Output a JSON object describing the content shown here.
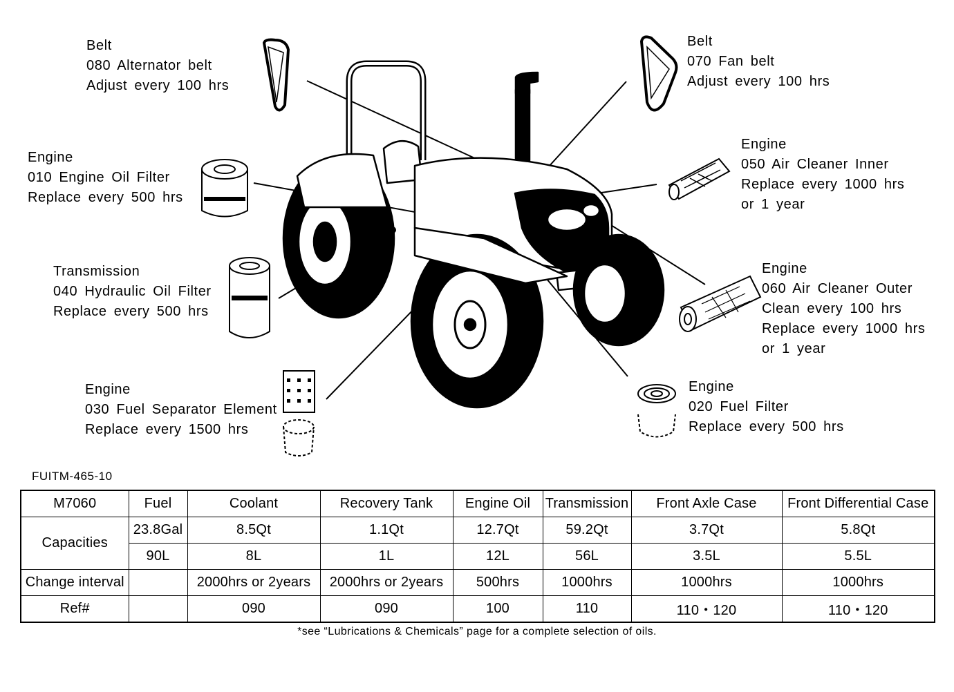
{
  "callouts": {
    "alternator_belt": {
      "category": "Belt",
      "item": "080 Alternator belt",
      "interval": "Adjust every 100 hrs"
    },
    "fan_belt": {
      "category": "Belt",
      "item": "070 Fan belt",
      "interval": "Adjust every 100 hrs"
    },
    "engine_oil_filter": {
      "category": "Engine",
      "item": "010 Engine Oil Filter",
      "interval": "Replace every 500 hrs"
    },
    "air_cleaner_inner": {
      "category": "Engine",
      "item": "050 Air Cleaner Inner",
      "interval": "Replace every 1000 hrs",
      "interval2": "or 1 year"
    },
    "hydraulic_oil_filter": {
      "category": "Transmission",
      "item": "040 Hydraulic Oil Filter",
      "interval": "Replace every 500 hrs"
    },
    "air_cleaner_outer": {
      "category": "Engine",
      "item": "060 Air Cleaner Outer",
      "interval": "Clean every 100 hrs",
      "interval2": "Replace every 1000 hrs",
      "interval3": "or 1 year"
    },
    "fuel_separator": {
      "category": "Engine",
      "item": "030 Fuel Separator Element",
      "interval": "Replace every 1500 hrs"
    },
    "fuel_filter": {
      "category": "Engine",
      "item": "020 Fuel Filter",
      "interval": "Replace every 500 hrs"
    }
  },
  "doc_number": "FUITM-465-10",
  "table": {
    "header": [
      "M7060",
      "Fuel",
      "Coolant",
      "Recovery Tank",
      "Engine Oil",
      "Transmission",
      "Front Axle Case",
      "Front Differential Case"
    ],
    "capacities_label": "Capacities",
    "capacities_us": [
      "23.8Gal",
      "8.5Qt",
      "1.1Qt",
      "12.7Qt",
      "59.2Qt",
      "3.7Qt",
      "5.8Qt"
    ],
    "capacities_metric": [
      "90L",
      "8L",
      "1L",
      "12L",
      "56L",
      "3.5L",
      "5.5L"
    ],
    "change_label": "Change interval",
    "change": [
      "",
      "2000hrs or 2years",
      "2000hrs or 2years",
      "500hrs",
      "1000hrs",
      "1000hrs",
      "1000hrs"
    ],
    "ref_label": "Ref#",
    "ref": [
      "",
      "090",
      "090",
      "100",
      "110",
      "110・120",
      "110・120"
    ]
  },
  "footnote": "*see “Lubrications & Chemicals” page for a complete selection of oils."
}
